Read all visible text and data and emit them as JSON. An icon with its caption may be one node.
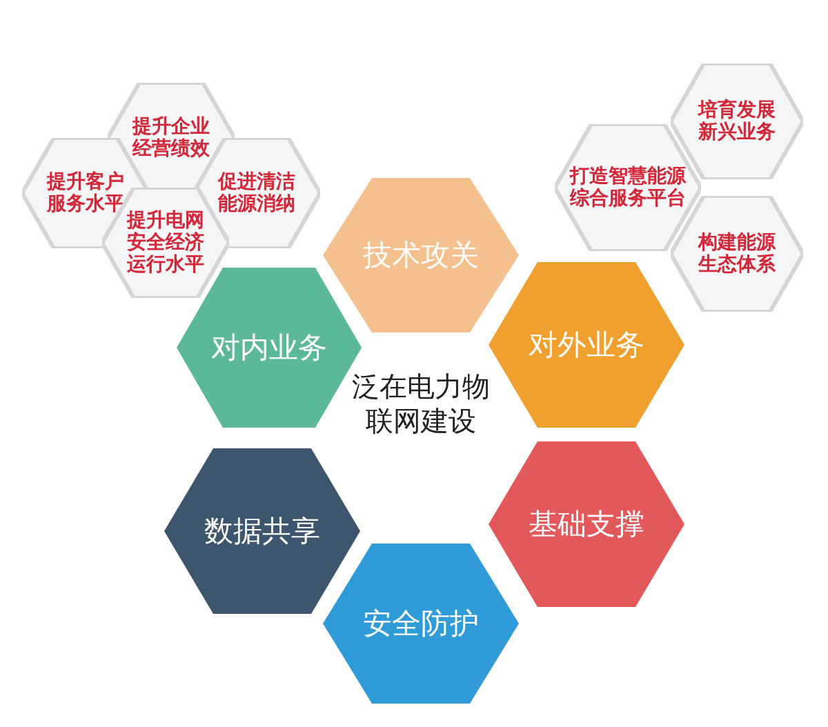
{
  "diagram": {
    "nodes": [
      {
        "text": [
          "提升企业经营绩效"
        ]
      },
      {
        "text": [
          "提升客户服务水平"
        ]
      },
      {
        "text": [
          "促进清洁能源消纳"
        ]
      },
      {
        "text": [
          "提升电网安全经济运行水平"
        ]
      },
      {
        "text": [
          "培育发展新兴业务"
        ]
      },
      {
        "text": [
          "打造智慧能源综合服务平台"
        ]
      },
      {
        "text": [
          "构建能源生态体系"
        ]
      },
      {
        "text": [
          "技术攻关"
        ]
      },
      {
        "text": [
          "对内业务"
        ]
      },
      {
        "text": [
          "对外业务"
        ]
      },
      {
        "text": [
          "数据共享"
        ]
      },
      {
        "text": [
          "基础支撑"
        ]
      },
      {
        "text": [
          "安全防护"
        ]
      }
    ],
    "labels": [
      "泛在电力物联网建设"
    ]
  }
}
